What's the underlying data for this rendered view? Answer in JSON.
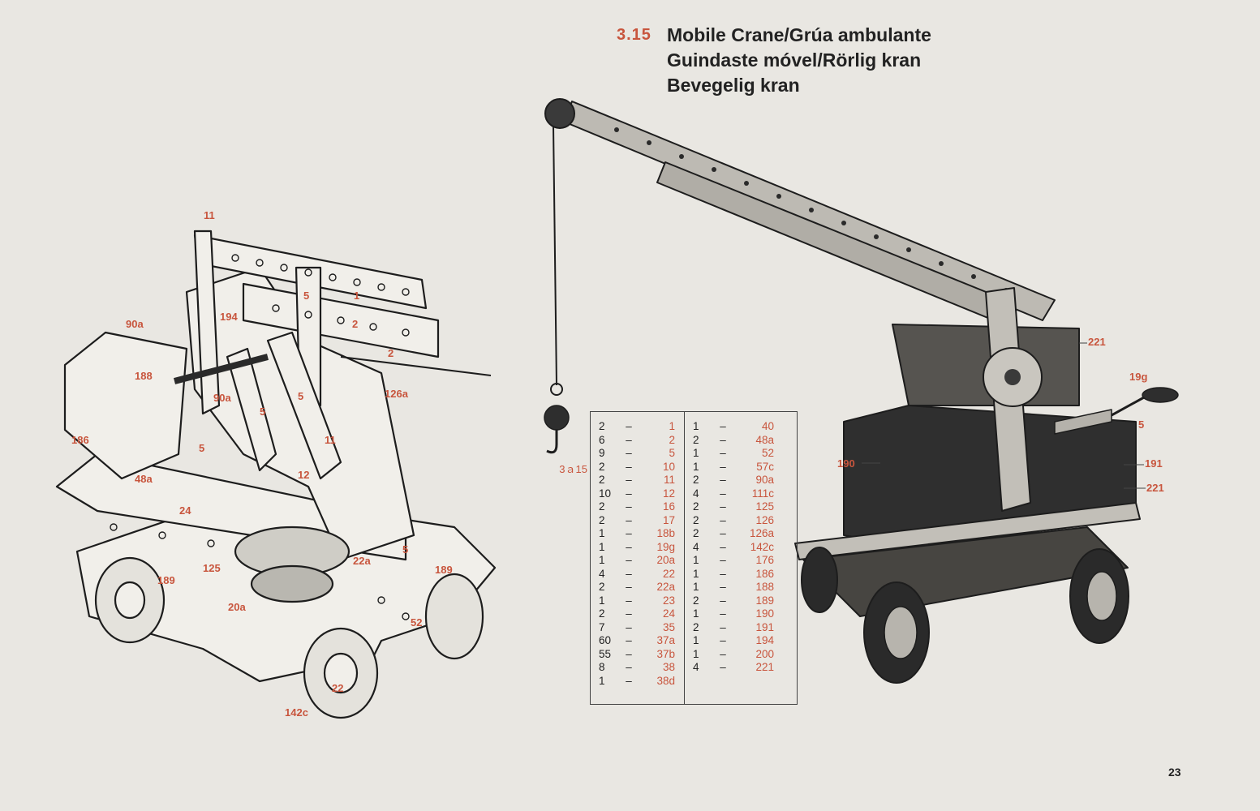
{
  "heading": {
    "number": "3.15",
    "lines": [
      "Mobile Crane/Grúa ambulante",
      "Guindaste móvel/Rörlig kran",
      "Bevegelig kran"
    ]
  },
  "parts_list": {
    "model_code": "3ａ15",
    "left": [
      {
        "qty": "2",
        "part": "1"
      },
      {
        "qty": "6",
        "part": "2"
      },
      {
        "qty": "9",
        "part": "5"
      },
      {
        "qty": "2",
        "part": "10"
      },
      {
        "qty": "2",
        "part": "11"
      },
      {
        "qty": "10",
        "part": "12"
      },
      {
        "qty": "2",
        "part": "16"
      },
      {
        "qty": "2",
        "part": "17"
      },
      {
        "qty": "1",
        "part": "18b"
      },
      {
        "qty": "1",
        "part": "19g"
      },
      {
        "qty": "1",
        "part": "20a"
      },
      {
        "qty": "4",
        "part": "22"
      },
      {
        "qty": "2",
        "part": "22a"
      },
      {
        "qty": "1",
        "part": "23"
      },
      {
        "qty": "2",
        "part": "24"
      },
      {
        "qty": "7",
        "part": "35"
      },
      {
        "qty": "60",
        "part": "37a"
      },
      {
        "qty": "55",
        "part": "37b"
      },
      {
        "qty": "8",
        "part": "38"
      },
      {
        "qty": "1",
        "part": "38d"
      }
    ],
    "right": [
      {
        "qty": "1",
        "part": "40"
      },
      {
        "qty": "2",
        "part": "48a"
      },
      {
        "qty": "1",
        "part": "52"
      },
      {
        "qty": "1",
        "part": "57c"
      },
      {
        "qty": "2",
        "part": "90a"
      },
      {
        "qty": "4",
        "part": "111c"
      },
      {
        "qty": "2",
        "part": "125"
      },
      {
        "qty": "2",
        "part": "126"
      },
      {
        "qty": "2",
        "part": "126a"
      },
      {
        "qty": "4",
        "part": "142c"
      },
      {
        "qty": "1",
        "part": "176"
      },
      {
        "qty": "1",
        "part": "186"
      },
      {
        "qty": "1",
        "part": "188"
      },
      {
        "qty": "2",
        "part": "189"
      },
      {
        "qty": "1",
        "part": "190"
      },
      {
        "qty": "2",
        "part": "191"
      },
      {
        "qty": "1",
        "part": "194"
      },
      {
        "qty": "1",
        "part": "200"
      },
      {
        "qty": "4",
        "part": "221"
      }
    ]
  },
  "exploded_labels": [
    "11",
    "5",
    "1",
    "194",
    "90a",
    "2",
    "2",
    "188",
    "90a",
    "126a",
    "5",
    "5",
    "186",
    "5",
    "11",
    "48a",
    "12",
    "24",
    "22a",
    "125",
    "189",
    "189",
    "5",
    "20a",
    "52",
    "22",
    "142c"
  ],
  "photo_labels": [
    "221",
    "19g",
    "5",
    "190",
    "191",
    "221"
  ],
  "page_number": "23",
  "colors": {
    "accent": "#c8553d",
    "paper": "#e9e7e2",
    "ink": "#1c1c1c"
  }
}
